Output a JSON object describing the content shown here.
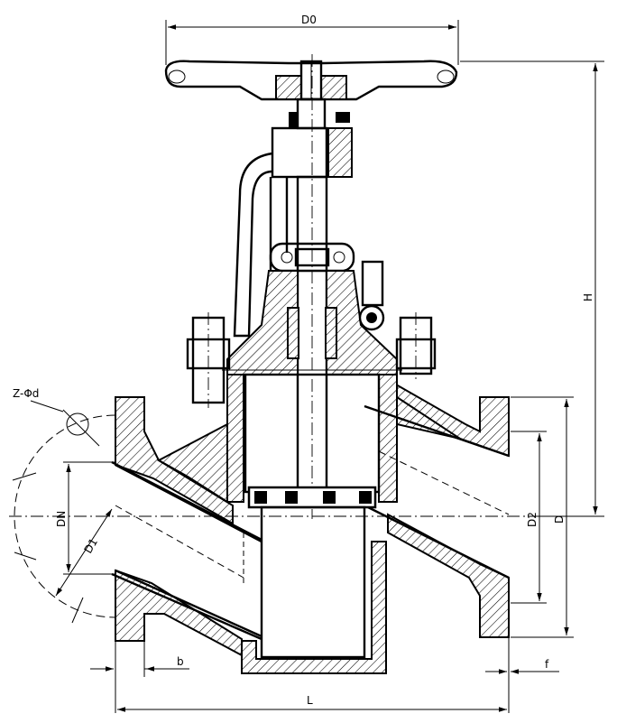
{
  "dimensions": {
    "d0": "D0",
    "h": "H",
    "d": "D",
    "d2": "D2",
    "dn": "DN",
    "d1": "D1",
    "b": "b",
    "f": "f",
    "l": "L",
    "z_phi_d": "Z-Φd"
  }
}
